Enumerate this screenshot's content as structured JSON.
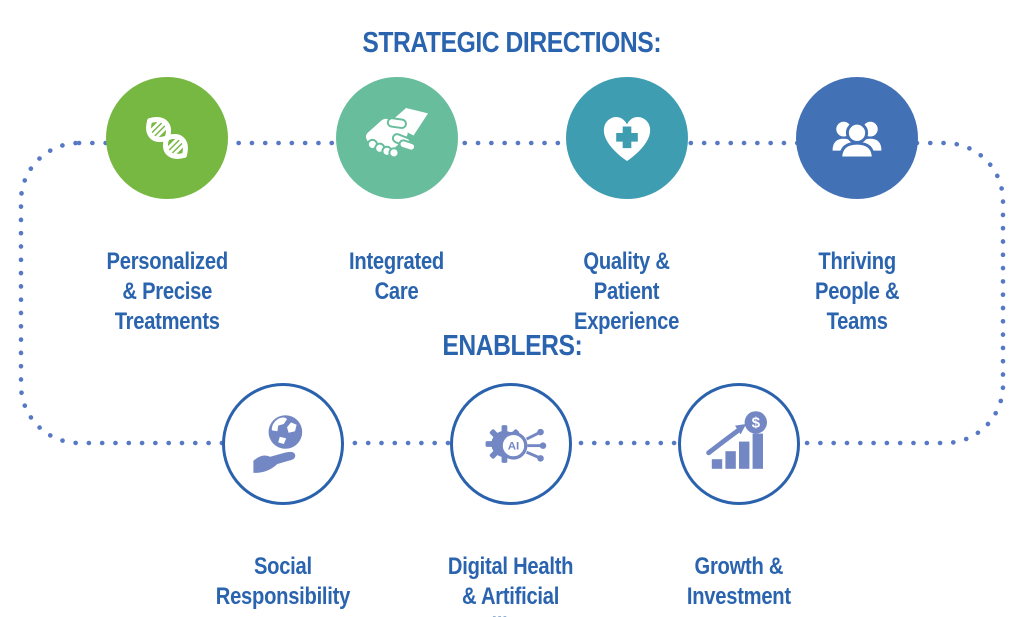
{
  "sections": {
    "strategic": {
      "title": "STRATEGIC DIRECTIONS:",
      "items": [
        {
          "label": "Personalized\n& Precise\nTreatments",
          "icon": "dna-icon",
          "circle_color": "#77B843"
        },
        {
          "label": "Integrated\nCare",
          "icon": "handshake-icon",
          "circle_color": "#68BD9D"
        },
        {
          "label": "Quality &\nPatient\nExperience",
          "icon": "heart-cross-icon",
          "circle_color": "#3E9DB1"
        },
        {
          "label": "Thriving\nPeople &\nTeams",
          "icon": "people-icon",
          "circle_color": "#4371B6"
        }
      ]
    },
    "enablers": {
      "title": "ENABLERS:",
      "ring_color": "#2B62AD",
      "icon_color": "#7287C3",
      "items": [
        {
          "label": "Social\nResponsibility",
          "icon": "globe-hand-icon"
        },
        {
          "label": "Digital Health\n& Artificial\nIntelligence",
          "icon": "ai-gear-icon",
          "badge_text": "AI"
        },
        {
          "label": "Growth &\nInvestment",
          "icon": "growth-dollar-icon",
          "badge_text": "$"
        }
      ]
    }
  },
  "style": {
    "text_color": "#2A63AE",
    "dotted_line_color": "#5779C3",
    "background": "#FFFFFF"
  }
}
